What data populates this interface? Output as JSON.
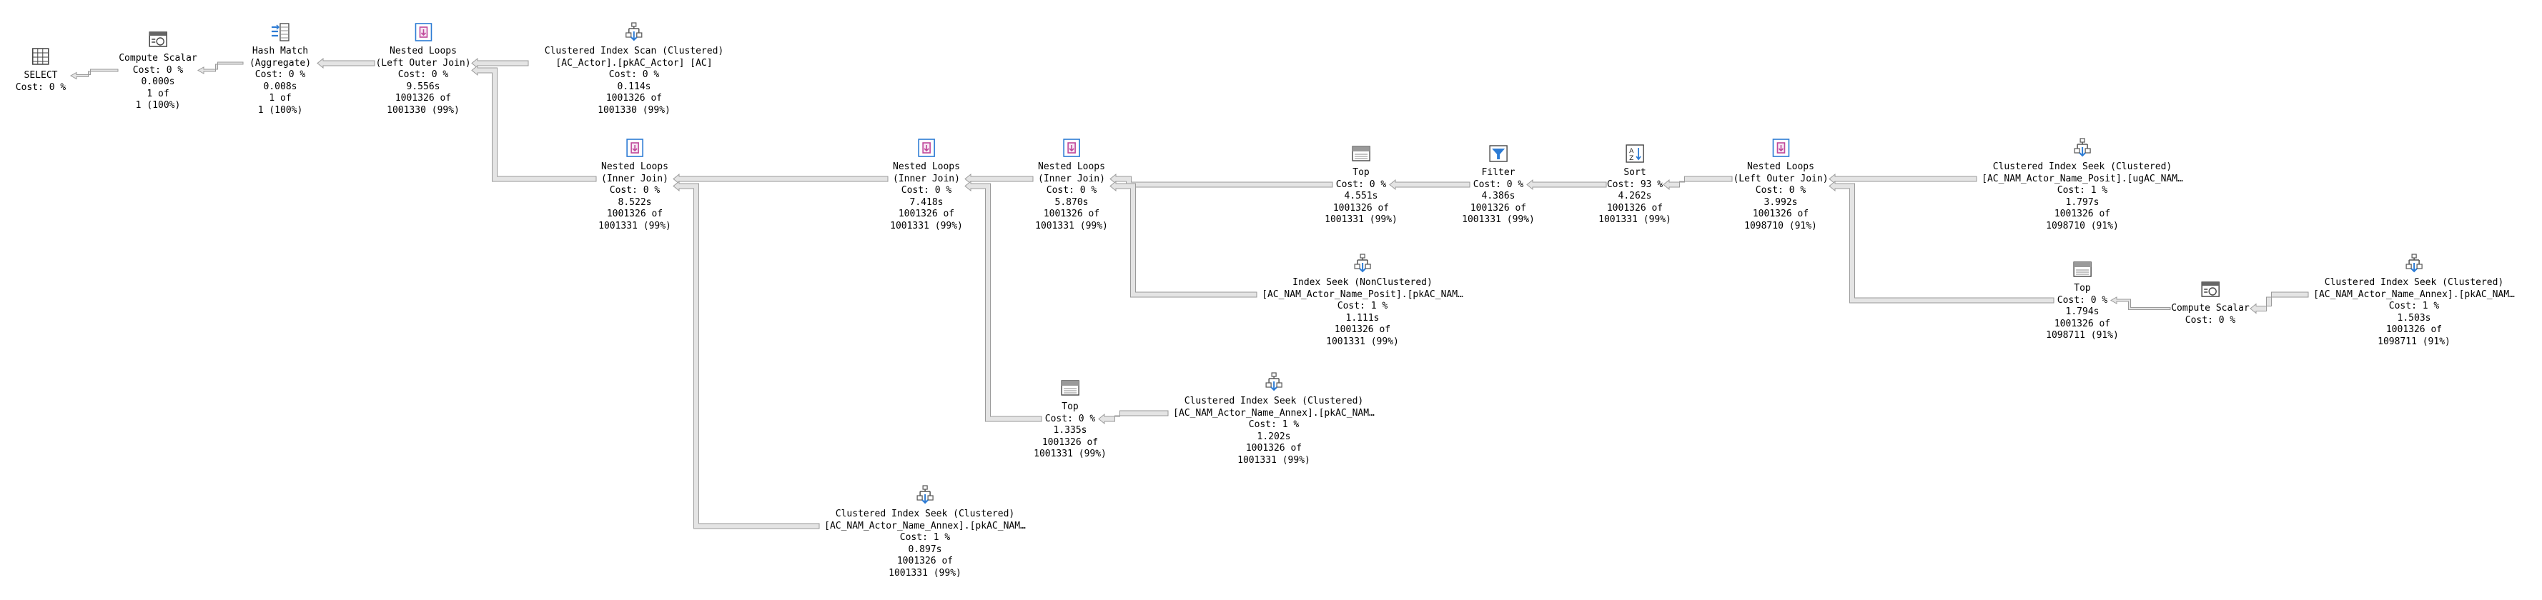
{
  "diagram_type": "execution plan",
  "colors": {
    "arrow_fill": "#e4e4e4",
    "arrow_stroke": "#9a9a9a",
    "icon_blue": "#2c7bd4",
    "icon_pink": "#c0489b",
    "icon_gray": "#666666"
  },
  "nodes": [
    {
      "id": "select",
      "icon": "select-icon",
      "lines": [
        "SELECT",
        "Cost: 0 %"
      ]
    },
    {
      "id": "compute1",
      "icon": "compute-scalar-icon",
      "lines": [
        "Compute Scalar",
        "Cost: 0 %",
        "0.000s",
        "1 of",
        "1 (100%)"
      ]
    },
    {
      "id": "hash",
      "icon": "hash-match-icon",
      "lines": [
        "Hash Match",
        "(Aggregate)",
        "Cost: 0 %",
        "0.008s",
        "1 of",
        "1 (100%)"
      ]
    },
    {
      "id": "nl1",
      "icon": "nested-loops-icon",
      "lines": [
        "Nested Loops",
        "(Left Outer Join)",
        "Cost: 0 %",
        "9.556s",
        "1001326 of",
        "1001330 (99%)"
      ]
    },
    {
      "id": "cis_actor",
      "icon": "clustered-index-icon",
      "lines": [
        "Clustered Index Scan (Clustered)",
        "[AC_Actor].[pkAC_Actor] [AC]",
        "Cost: 0 %",
        "0.114s",
        "1001326 of",
        "1001330 (99%)"
      ]
    },
    {
      "id": "nl2",
      "icon": "nested-loops-icon",
      "lines": [
        "Nested Loops",
        "(Inner Join)",
        "Cost: 0 %",
        "8.522s",
        "1001326 of",
        "1001331 (99%)"
      ]
    },
    {
      "id": "nl3",
      "icon": "nested-loops-icon",
      "lines": [
        "Nested Loops",
        "(Inner Join)",
        "Cost: 0 %",
        "7.418s",
        "1001326 of",
        "1001331 (99%)"
      ]
    },
    {
      "id": "nl4",
      "icon": "nested-loops-icon",
      "lines": [
        "Nested Loops",
        "(Inner Join)",
        "Cost: 0 %",
        "5.870s",
        "1001326 of",
        "1001331 (99%)"
      ]
    },
    {
      "id": "top1",
      "icon": "top-icon",
      "lines": [
        "Top",
        "Cost: 0 %",
        "4.551s",
        "1001326 of",
        "1001331 (99%)"
      ]
    },
    {
      "id": "filter",
      "icon": "filter-icon",
      "lines": [
        "Filter",
        "Cost: 0 %",
        "4.386s",
        "1001326 of",
        "1001331 (99%)"
      ]
    },
    {
      "id": "sort",
      "icon": "sort-icon",
      "lines": [
        "Sort",
        "Cost: 93 %",
        "4.262s",
        "1001326 of",
        "1001331 (99%)"
      ]
    },
    {
      "id": "nl5",
      "icon": "nested-loops-icon",
      "lines": [
        "Nested Loops",
        "(Left Outer Join)",
        "Cost: 0 %",
        "3.992s",
        "1001326 of",
        "1098710 (91%)"
      ]
    },
    {
      "id": "cis_posit",
      "icon": "clustered-index-icon",
      "lines": [
        "Clustered Index Seek (Clustered)",
        "[AC_NAM_Actor_Name_Posit].[ugAC_NAM…",
        "Cost: 1 %",
        "1.797s",
        "1001326 of",
        "1098710 (91%)"
      ]
    },
    {
      "id": "is_posit",
      "icon": "index-seek-icon",
      "lines": [
        "Index Seek (NonClustered)",
        "[AC_NAM_Actor_Name_Posit].[pkAC_NAM…",
        "Cost: 1 %",
        "1.111s",
        "1001326 of",
        "1001331 (99%)"
      ]
    },
    {
      "id": "top2",
      "icon": "top-icon",
      "lines": [
        "Top",
        "Cost: 0 %",
        "1.794s",
        "1001326 of",
        "1098711 (91%)"
      ]
    },
    {
      "id": "compute2",
      "icon": "compute-scalar-icon",
      "lines": [
        "Compute Scalar",
        "Cost: 0 %"
      ]
    },
    {
      "id": "cis_annex1",
      "icon": "clustered-index-icon",
      "lines": [
        "Clustered Index Seek (Clustered)",
        "[AC_NAM_Actor_Name_Annex].[pkAC_NAM…",
        "Cost: 1 %",
        "1.503s",
        "1001326 of",
        "1098711 (91%)"
      ]
    },
    {
      "id": "top3",
      "icon": "top-icon",
      "lines": [
        "Top",
        "Cost: 0 %",
        "1.335s",
        "1001326 of",
        "1001331 (99%)"
      ]
    },
    {
      "id": "cis_annex2",
      "icon": "clustered-index-icon",
      "lines": [
        "Clustered Index Seek (Clustered)",
        "[AC_NAM_Actor_Name_Annex].[pkAC_NAM…",
        "Cost: 1 %",
        "1.202s",
        "1001326 of",
        "1001331 (99%)"
      ]
    },
    {
      "id": "cis_annex3",
      "icon": "clustered-index-icon",
      "lines": [
        "Clustered Index Seek (Clustered)",
        "[AC_NAM_Actor_Name_Annex].[pkAC_NAM…",
        "Cost: 1 %",
        "0.897s",
        "1001326 of",
        "1001331 (99%)"
      ]
    }
  ],
  "edges": [
    {
      "from": "compute1",
      "to": "select"
    },
    {
      "from": "hash",
      "to": "compute1"
    },
    {
      "from": "nl1",
      "to": "hash"
    },
    {
      "from": "cis_actor",
      "to": "nl1"
    },
    {
      "from": "nl2",
      "to": "nl1"
    },
    {
      "from": "nl3",
      "to": "nl2"
    },
    {
      "from": "cis_annex3",
      "to": "nl2"
    },
    {
      "from": "nl4",
      "to": "nl3"
    },
    {
      "from": "top3",
      "to": "nl3"
    },
    {
      "from": "top1",
      "to": "nl4"
    },
    {
      "from": "is_posit",
      "to": "nl4"
    },
    {
      "from": "filter",
      "to": "top1"
    },
    {
      "from": "sort",
      "to": "filter"
    },
    {
      "from": "nl5",
      "to": "sort"
    },
    {
      "from": "cis_posit",
      "to": "nl5"
    },
    {
      "from": "top2",
      "to": "nl5"
    },
    {
      "from": "compute2",
      "to": "top2"
    },
    {
      "from": "cis_annex1",
      "to": "compute2"
    },
    {
      "from": "cis_annex2",
      "to": "top3"
    }
  ]
}
